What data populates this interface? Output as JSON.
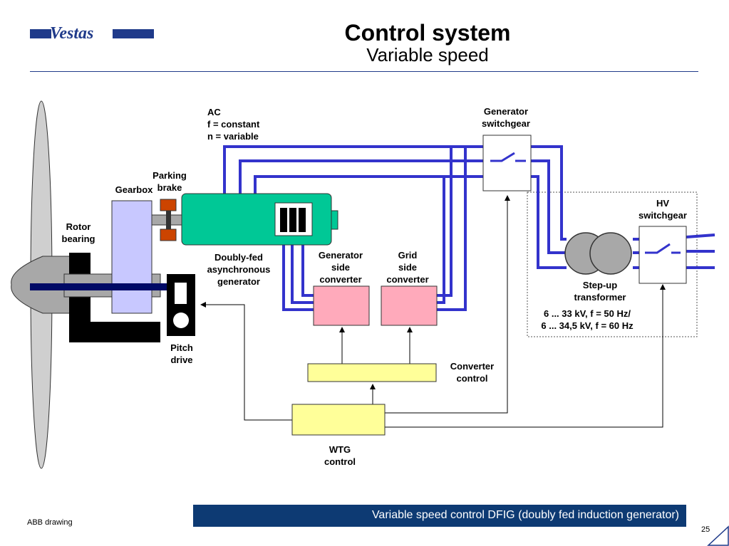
{
  "header": {
    "logo_text": "Vestas",
    "title": "Control system",
    "subtitle": "Variable speed"
  },
  "labels": {
    "ac_line1": "AC",
    "ac_line2": "f = constant",
    "ac_line3": "n = variable",
    "gen_switchgear_1": "Generator",
    "gen_switchgear_2": "switchgear",
    "hv_switchgear_1": "HV",
    "hv_switchgear_2": "switchgear",
    "parking_brake_1": "Parking",
    "parking_brake_2": "brake",
    "gearbox": "Gearbox",
    "rotor_bearing_1": "Rotor",
    "rotor_bearing_2": "bearing",
    "doubly_fed_1": "Doubly-fed",
    "doubly_fed_2": "asynchronous",
    "doubly_fed_3": "generator",
    "gen_side_1": "Generator",
    "gen_side_2": "side",
    "gen_side_3": "converter",
    "grid_side_1": "Grid",
    "grid_side_2": "side",
    "grid_side_3": "converter",
    "stepup_1": "Step-up",
    "stepup_2": "transformer",
    "voltage_1": "6 ... 33 kV, f = 50 Hz/",
    "voltage_2": "6 ... 34,5 kV, f = 60 Hz",
    "pitch_1": "Pitch",
    "pitch_2": "drive",
    "converter_control_1": "Converter",
    "converter_control_2": "control",
    "wtg_1": "WTG",
    "wtg_2": "control"
  },
  "footer": {
    "caption": "Variable speed control DFIG (doubly fed induction generator)",
    "source": "ABB drawing",
    "page_number": "25"
  },
  "colors": {
    "brand_blue": "#1f3a8a",
    "power_line": "#3333cc",
    "generator": "#00c896",
    "converter": "#ffaabb",
    "control": "#ffff99",
    "gearbox": "#c8c8ff",
    "footer": "#0d3a73"
  }
}
